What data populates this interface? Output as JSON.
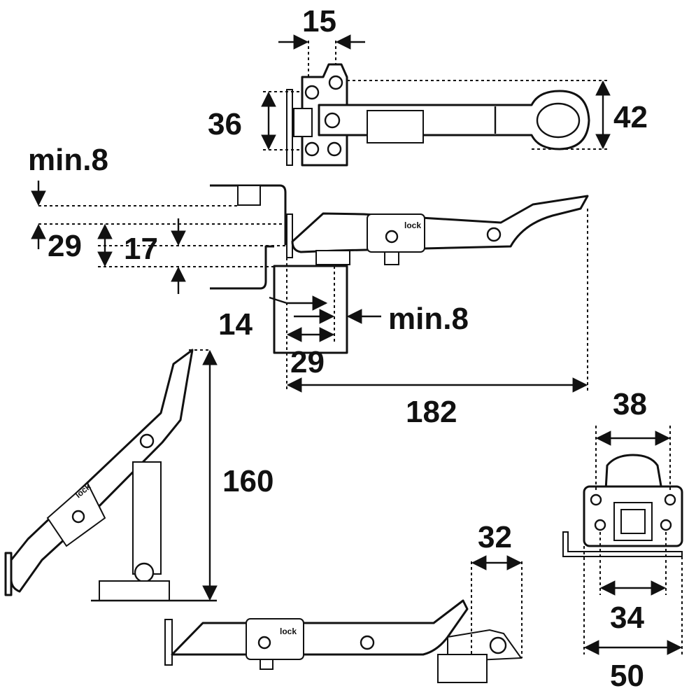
{
  "dimensions": {
    "top_width": "15",
    "top_left_height": "36",
    "top_right_height": "42",
    "clearance_top": "min.8",
    "height_29": "29",
    "height_17": "17",
    "offset_14": "14",
    "clearance_right": "min.8",
    "width_29": "29",
    "length_182": "182",
    "open_height_160": "160",
    "depth_32": "32",
    "end_width_38": "38",
    "end_width_34": "34",
    "end_width_50": "50"
  },
  "labels": {
    "lock_side": "lock",
    "lock_open": "lock",
    "lock_bottom": "lock"
  },
  "colors": {
    "ink": "#111111",
    "paper": "#ffffff"
  }
}
